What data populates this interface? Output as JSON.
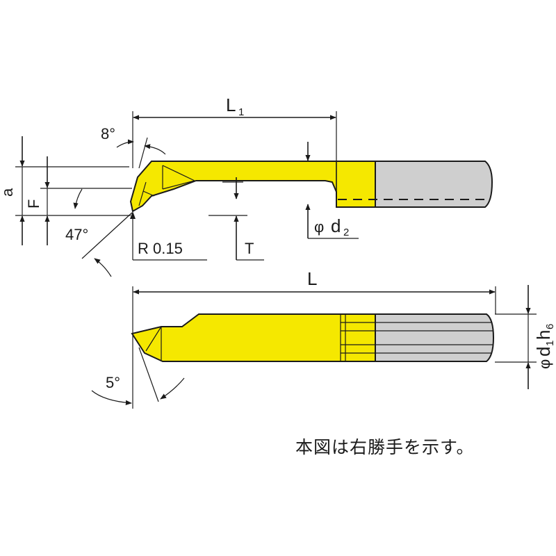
{
  "colors": {
    "carbide": "#f5e800",
    "shank": "#cfcfcf",
    "line": "#1a1a1a"
  },
  "labels": {
    "L1": "L",
    "L1_sub": "1",
    "angle_8": "8°",
    "a": "a",
    "F": "F",
    "angle_47": "47°",
    "R": "R 0.15",
    "T": "T",
    "d2_phi": "φ",
    "d2": "d",
    "d2_sub": "2",
    "L": "L",
    "angle_5": "5°",
    "d1_phi": "φ",
    "d1": "d",
    "d1_sub1": "1",
    "d1_h": "h",
    "d1_sub2": "6"
  },
  "note": "本図は右勝手を示す。"
}
